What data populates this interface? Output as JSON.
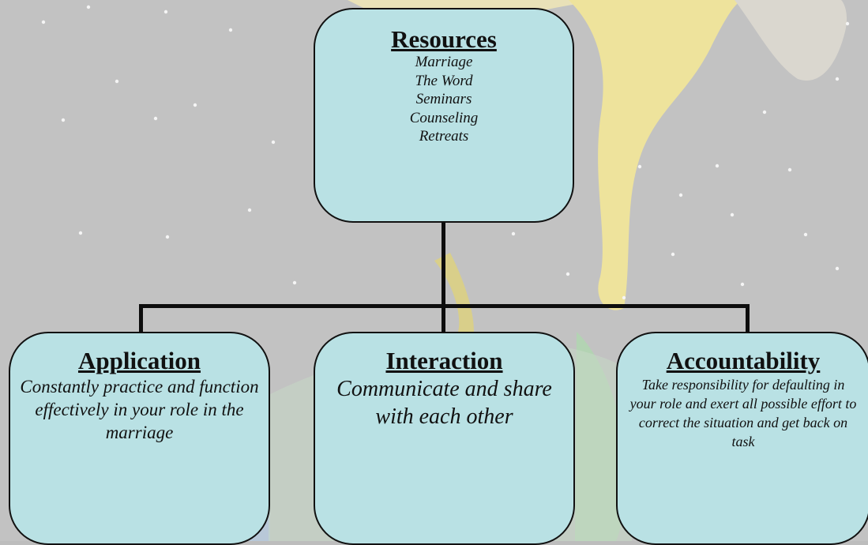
{
  "root": {
    "title": "Resources",
    "items": [
      "Marriage",
      "The Word",
      "Seminars",
      "Counseling",
      "Retreats"
    ]
  },
  "children": [
    {
      "title": "Application",
      "text": "Constantly practice and function effectively in your role in the marriage"
    },
    {
      "title": "Interaction",
      "text": "Communicate and share with each other"
    },
    {
      "title": "Accountability",
      "text": "Take responsibility for defaulting in your role and exert all possible effort to correct the situation and get back on task"
    }
  ],
  "colors": {
    "box_fill": "#b9e1e4",
    "connector": "#0d0d0d",
    "background": "#bdbdbd"
  }
}
